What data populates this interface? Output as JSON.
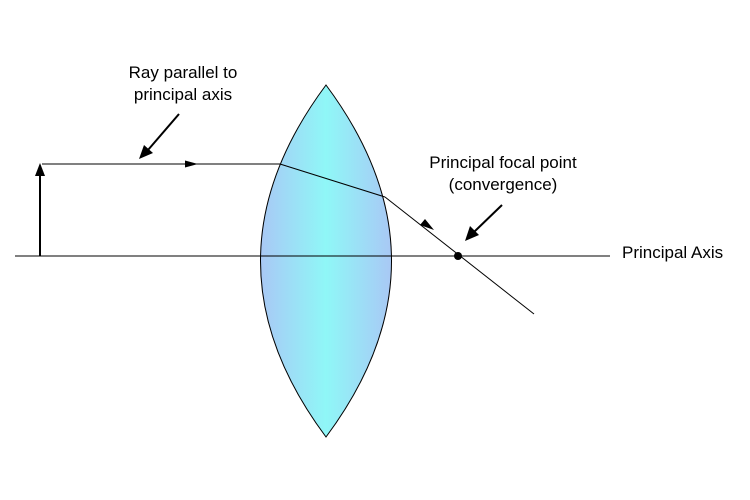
{
  "labels": {
    "ray_parallel": [
      "Ray parallel to",
      "principal axis"
    ],
    "focal_point": [
      "Principal focal point",
      "(convergence)"
    ],
    "principal_axis": "Principal Axis"
  },
  "colors": {
    "lens_center": "#8ff7f7",
    "lens_edge": "#a9c8f5",
    "line": "#000000"
  }
}
